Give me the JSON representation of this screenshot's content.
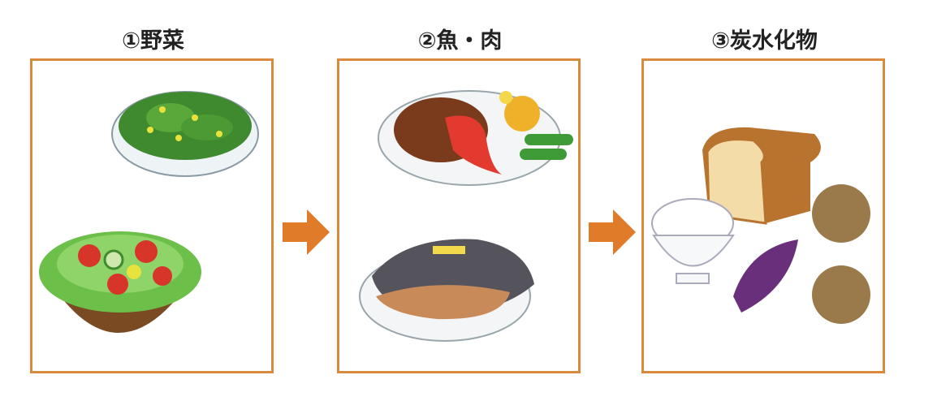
{
  "steps": [
    {
      "label": "①野菜"
    },
    {
      "label": "②魚・肉"
    },
    {
      "label": "③炭水化物"
    }
  ],
  "colors": {
    "border": "#d98a3c",
    "arrow": "#e07b2a"
  }
}
